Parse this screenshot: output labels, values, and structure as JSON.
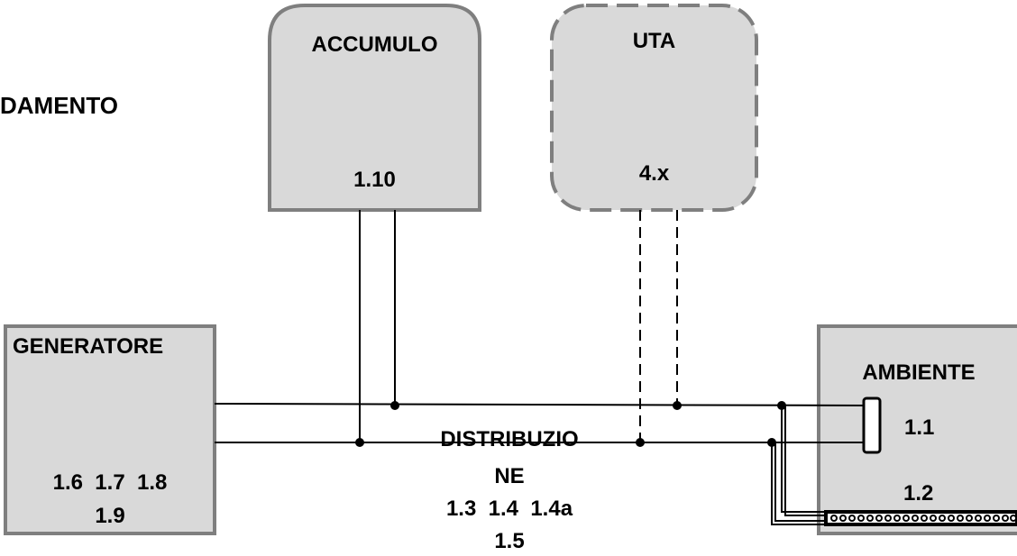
{
  "title": "DAMENTO",
  "boxes": {
    "accumulo": {
      "name": "ACCUMULO",
      "code": "1.10"
    },
    "uta": {
      "name": "UTA",
      "code": "4.x"
    },
    "generatore": {
      "name": "GENERATORE",
      "codes_line1": "1.6  1.7  1.8",
      "codes_line2": "1.9"
    },
    "ambiente": {
      "name": "AMBIENTE",
      "code_radiator": "1.1",
      "code_floor": "1.2"
    }
  },
  "distribuzione": {
    "line1": "DISTRIBUZIO",
    "line2": "NE",
    "line3": "1.3  1.4  1.4a",
    "line4": "1.5"
  },
  "colors": {
    "box_fill": "#d9d9d9",
    "box_stroke": "#7f7f7f",
    "line": "#000000"
  }
}
